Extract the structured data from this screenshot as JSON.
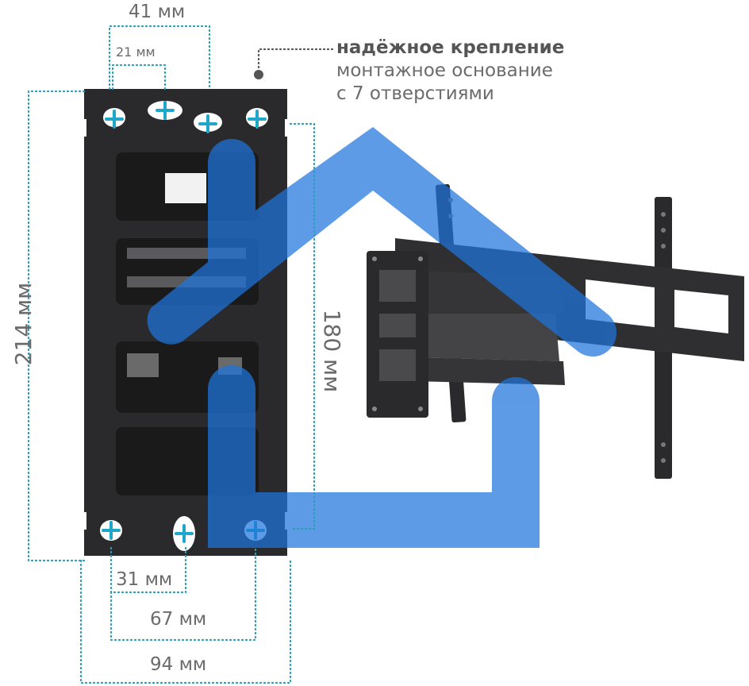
{
  "dimensions": {
    "top_outer": "41 мм",
    "top_inner": "21 мм",
    "left_height": "214 мм",
    "right_height": "180 мм",
    "bottom_small": "31 мм",
    "bottom_mid": "67 мм",
    "bottom_full": "94 мм"
  },
  "caption": {
    "title": "надёжное крепление",
    "line1": "монтажное основание",
    "line2": "с 7 отверстиями"
  },
  "colors": {
    "plate": "#2a2a2c",
    "dim_dots": "#2a9db8",
    "accent_blue": "#2b7fe0",
    "hole_plus": "#1fa6c8"
  },
  "icons": {
    "logo": "house-logo-icon",
    "product": "tv-wall-mount-arm-icon"
  }
}
